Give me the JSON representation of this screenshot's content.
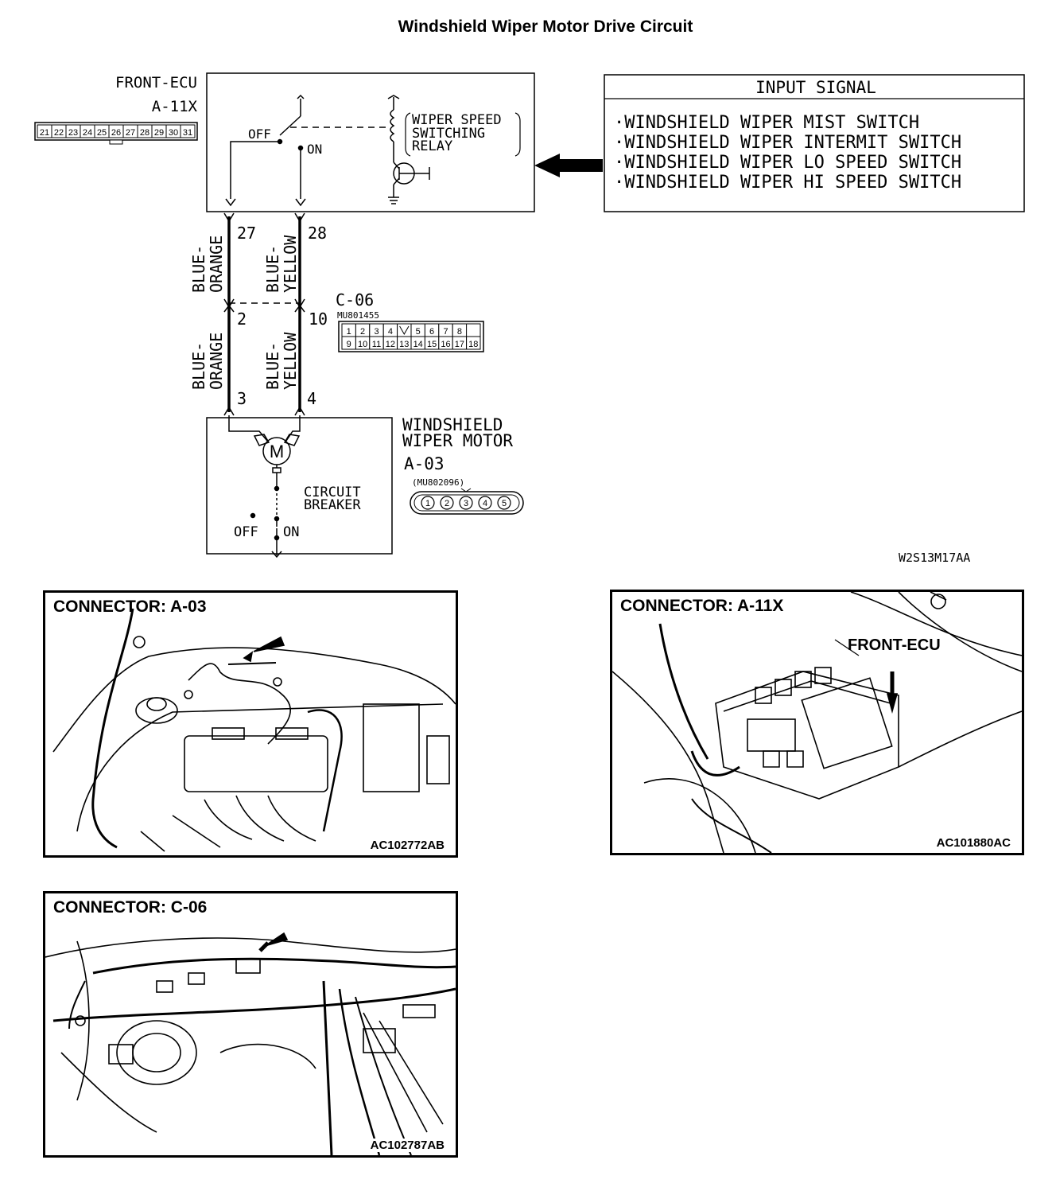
{
  "title": "Windshield Wiper Motor Drive Circuit",
  "ecu": {
    "name": "FRONT-ECU",
    "connector": "A-11X",
    "pins": [
      "21",
      "22",
      "23",
      "24",
      "25",
      "26",
      "27",
      "28",
      "29",
      "30",
      "31"
    ]
  },
  "relay": {
    "label_lines": [
      "WIPER SPEED",
      "SWITCHING",
      "RELAY"
    ],
    "off": "OFF",
    "on": "ON"
  },
  "input_signal": {
    "header": "INPUT SIGNAL",
    "items": [
      "·WINDSHIELD WIPER MIST SWITCH",
      "·WINDSHIELD WIPER INTERMIT SWITCH",
      "·WINDSHIELD WIPER LO SPEED SWITCH",
      "·WINDSHIELD WIPER HI SPEED SWITCH"
    ]
  },
  "wires": {
    "left": {
      "top_pin": "27",
      "mid_pin": "2",
      "bottom_pin": "3",
      "color_lines": [
        "BLUE-",
        "ORANGE"
      ]
    },
    "right": {
      "top_pin": "28",
      "mid_pin": "10",
      "bottom_pin": "4",
      "color_lines": [
        "BLUE-",
        "YELLOW"
      ]
    }
  },
  "c06": {
    "name": "C-06",
    "part": "MU801455",
    "row1": [
      "1",
      "2",
      "3",
      "4",
      "",
      "5",
      "6",
      "7",
      "8"
    ],
    "row2": [
      "9",
      "10",
      "11",
      "12",
      "13",
      "14",
      "15",
      "16",
      "17",
      "18"
    ]
  },
  "motor": {
    "label_lines": [
      "WINDSHIELD",
      "WIPER MOTOR"
    ],
    "connector": "A-03",
    "part": "(MU802096)",
    "pins": [
      "1",
      "2",
      "3",
      "4",
      "5"
    ],
    "symbol": "M",
    "breaker_lines": [
      "CIRCUIT",
      "BREAKER"
    ],
    "off": "OFF",
    "on": "ON"
  },
  "figure_code": "W2S13M17AA",
  "panels": [
    {
      "title": "CONNECTOR: A-03",
      "code": "AC102772AB"
    },
    {
      "title": "CONNECTOR: A-11X",
      "code": "AC101880AC",
      "label": "FRONT-ECU"
    },
    {
      "title": "CONNECTOR: C-06",
      "code": "AC102787AB"
    }
  ]
}
